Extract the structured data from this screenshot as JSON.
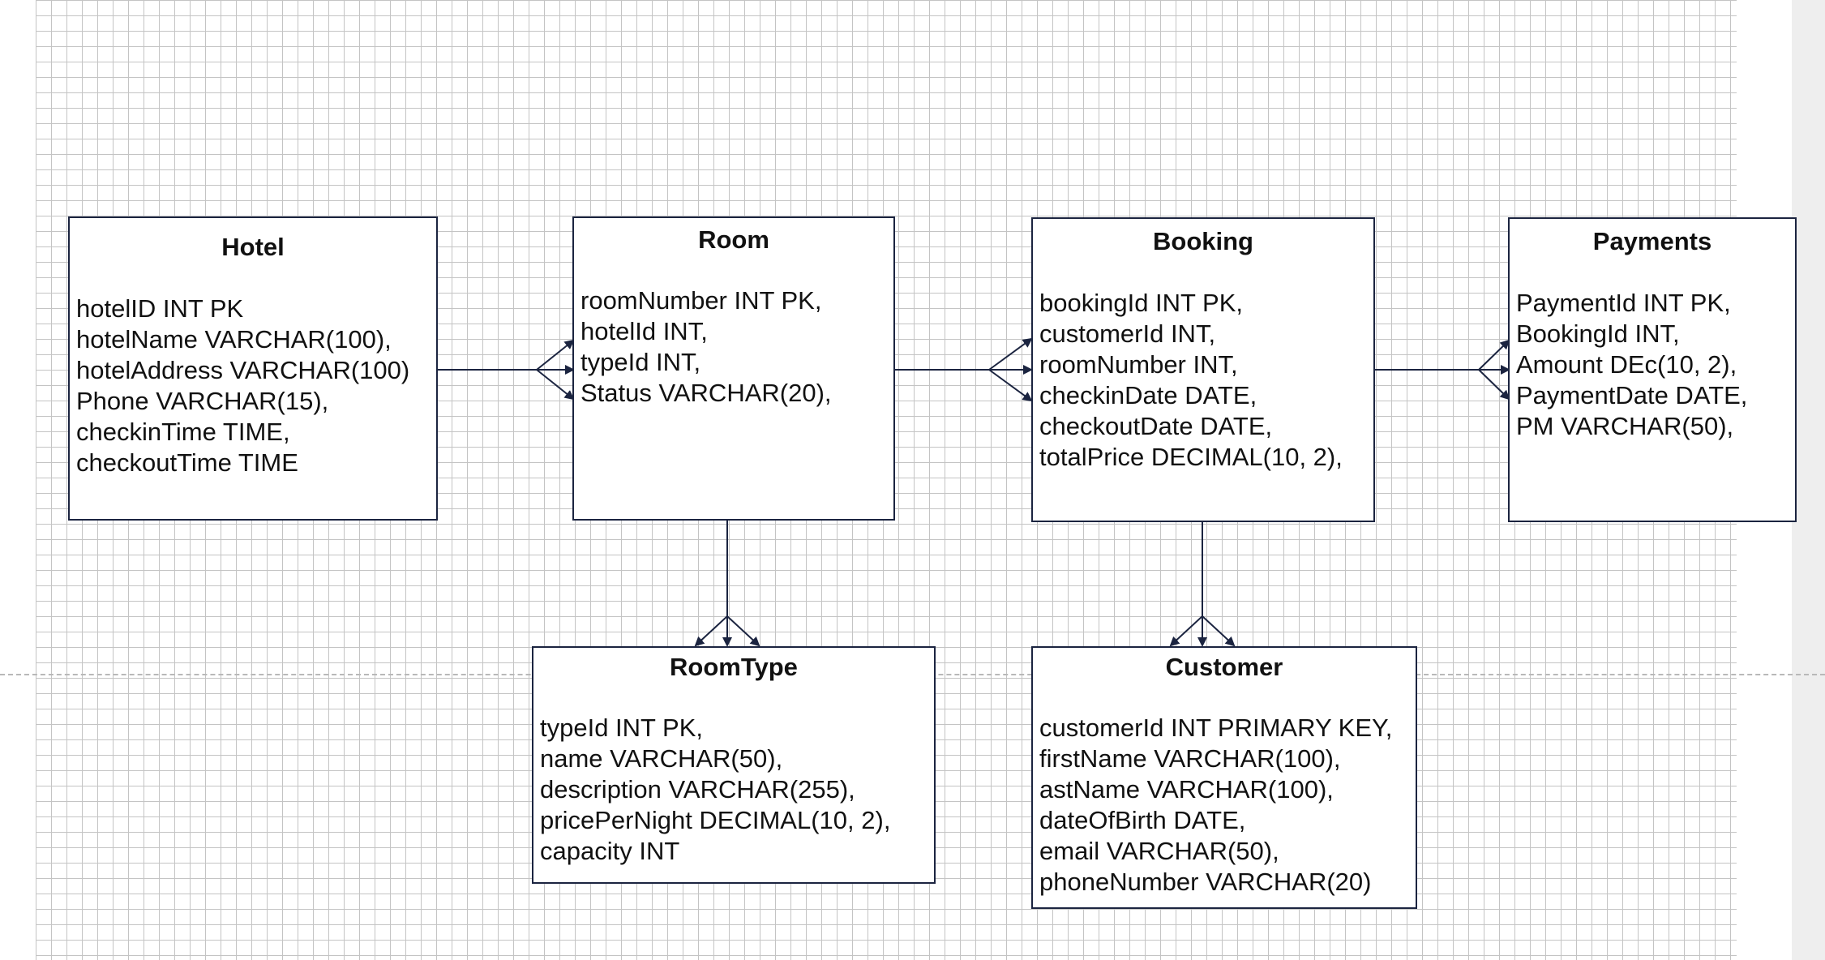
{
  "entities": {
    "hotel": {
      "title": "Hotel",
      "fields": [
        "hotelID INT PK",
        "hotelName VARCHAR(100),",
        "hotelAddress VARCHAR(100)",
        "Phone VARCHAR(15),",
        "checkinTime TIME,",
        "checkoutTime TIME"
      ]
    },
    "room": {
      "title": "Room",
      "fields": [
        "roomNumber INT PK,",
        "hotelId INT,",
        "typeId INT,",
        "Status VARCHAR(20),"
      ]
    },
    "booking": {
      "title": "Booking",
      "fields": [
        "bookingId INT PK,",
        "customerId INT,",
        "roomNumber INT,",
        "checkinDate DATE,",
        "checkoutDate DATE,",
        "totalPrice DECIMAL(10, 2),"
      ]
    },
    "payments": {
      "title": "Payments",
      "fields": [
        "PaymentId INT PK,",
        "BookingId INT,",
        "Amount DEc(10, 2),",
        "PaymentDate DATE,",
        "PM VARCHAR(50),"
      ]
    },
    "roomtype": {
      "title": "RoomType",
      "fields": [
        "typeId INT PK,",
        "name VARCHAR(50),",
        "description VARCHAR(255),",
        "pricePerNight DECIMAL(10, 2),",
        "capacity INT"
      ]
    },
    "customer": {
      "title": "Customer",
      "fields": [
        "customerId INT PRIMARY KEY,",
        "firstName VARCHAR(100),",
        "astName VARCHAR(100),",
        "dateOfBirth DATE,",
        "email VARCHAR(50),",
        "phoneNumber VARCHAR(20)"
      ]
    }
  },
  "relationships": [
    {
      "from": "hotel",
      "to": "room",
      "type": "one-to-many"
    },
    {
      "from": "room",
      "to": "booking",
      "type": "one-to-many"
    },
    {
      "from": "booking",
      "to": "payments",
      "type": "one-to-many"
    },
    {
      "from": "room",
      "to": "roomtype",
      "type": "one-to-many"
    },
    {
      "from": "booking",
      "to": "customer",
      "type": "one-to-many"
    }
  ],
  "colors": {
    "border": "#1b2440",
    "grid": "#c4c4c4",
    "text": "#111111"
  }
}
